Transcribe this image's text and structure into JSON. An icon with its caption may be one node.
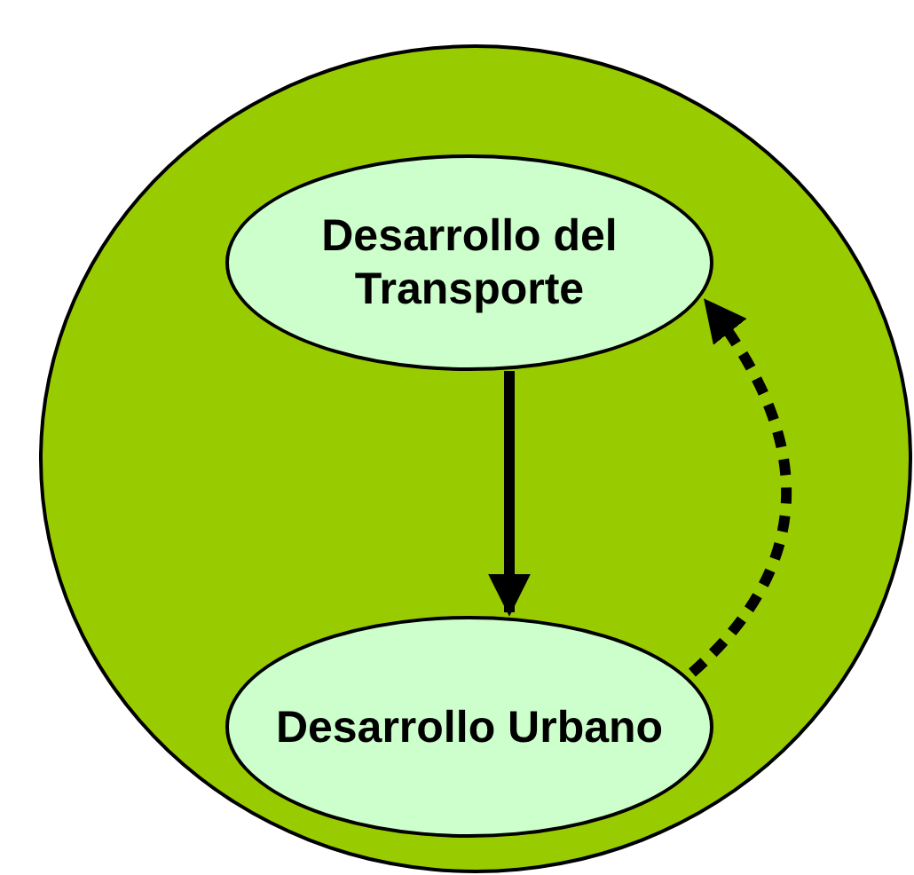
{
  "diagram": {
    "nodes": [
      {
        "text": [],
        "shape": "circle"
      },
      {
        "text": [
          "Desarrollo del Transporte"
        ],
        "in": 0
      },
      {
        "text": [
          "Desarrollo Urbano"
        ],
        "in": 0
      }
    ],
    "edges": [
      {
        "from": 1,
        "to": 2,
        "arrow": "to"
      },
      {
        "from": 2,
        "to": 1,
        "arrow": "to",
        "style": "dashed"
      }
    ]
  }
}
